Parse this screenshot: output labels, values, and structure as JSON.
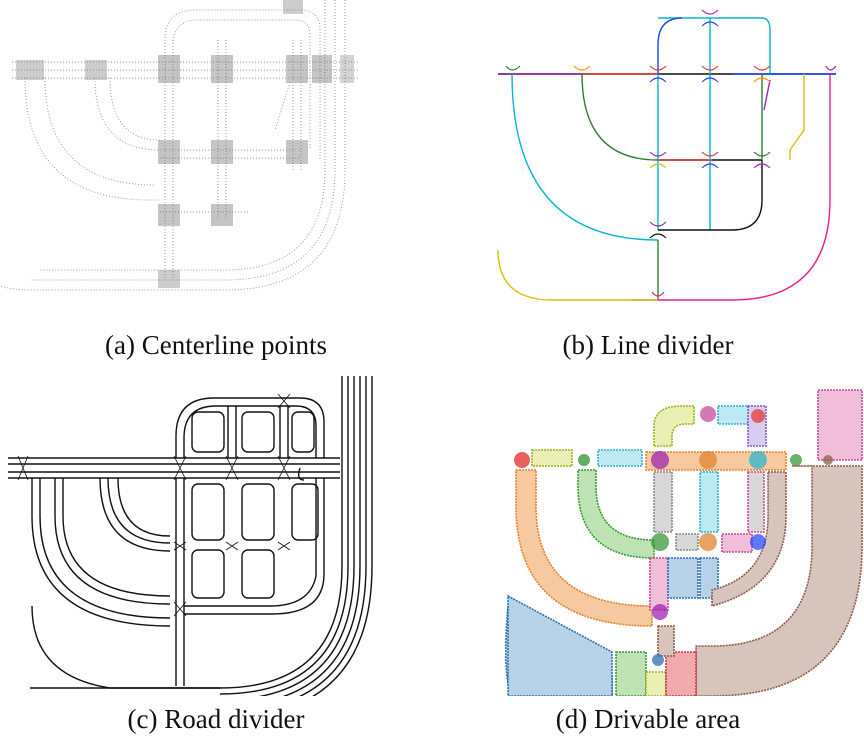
{
  "panels": [
    {
      "id": "a",
      "caption": "(a) Centerline points"
    },
    {
      "id": "b",
      "caption": "(b) Line divider"
    },
    {
      "id": "c",
      "caption": "(c) Road divider"
    },
    {
      "id": "d",
      "caption": "(d) Drivable area"
    }
  ],
  "colors": {
    "points": "#9a9a9a",
    "divider_palette": [
      "#00b8d4",
      "#2e7d32",
      "#e53935",
      "#1e40ff",
      "#9c27b0",
      "#d4c400",
      "#e91e8c",
      "#111111",
      "#ff9800"
    ],
    "area_palette": [
      "#f7c9a0",
      "#b7d2e8",
      "#bfe2b5",
      "#f1bdd8",
      "#bfe9f2",
      "#e9efb5",
      "#d6c4bd",
      "#d8d8d8",
      "#f0a9ad"
    ],
    "area_edges": [
      "#e28230",
      "#2f70b0",
      "#3a9a3a",
      "#c94b9e",
      "#2cb5cf",
      "#9bb41c",
      "#8d5c4b",
      "#8a8a8a",
      "#c93a40"
    ]
  }
}
